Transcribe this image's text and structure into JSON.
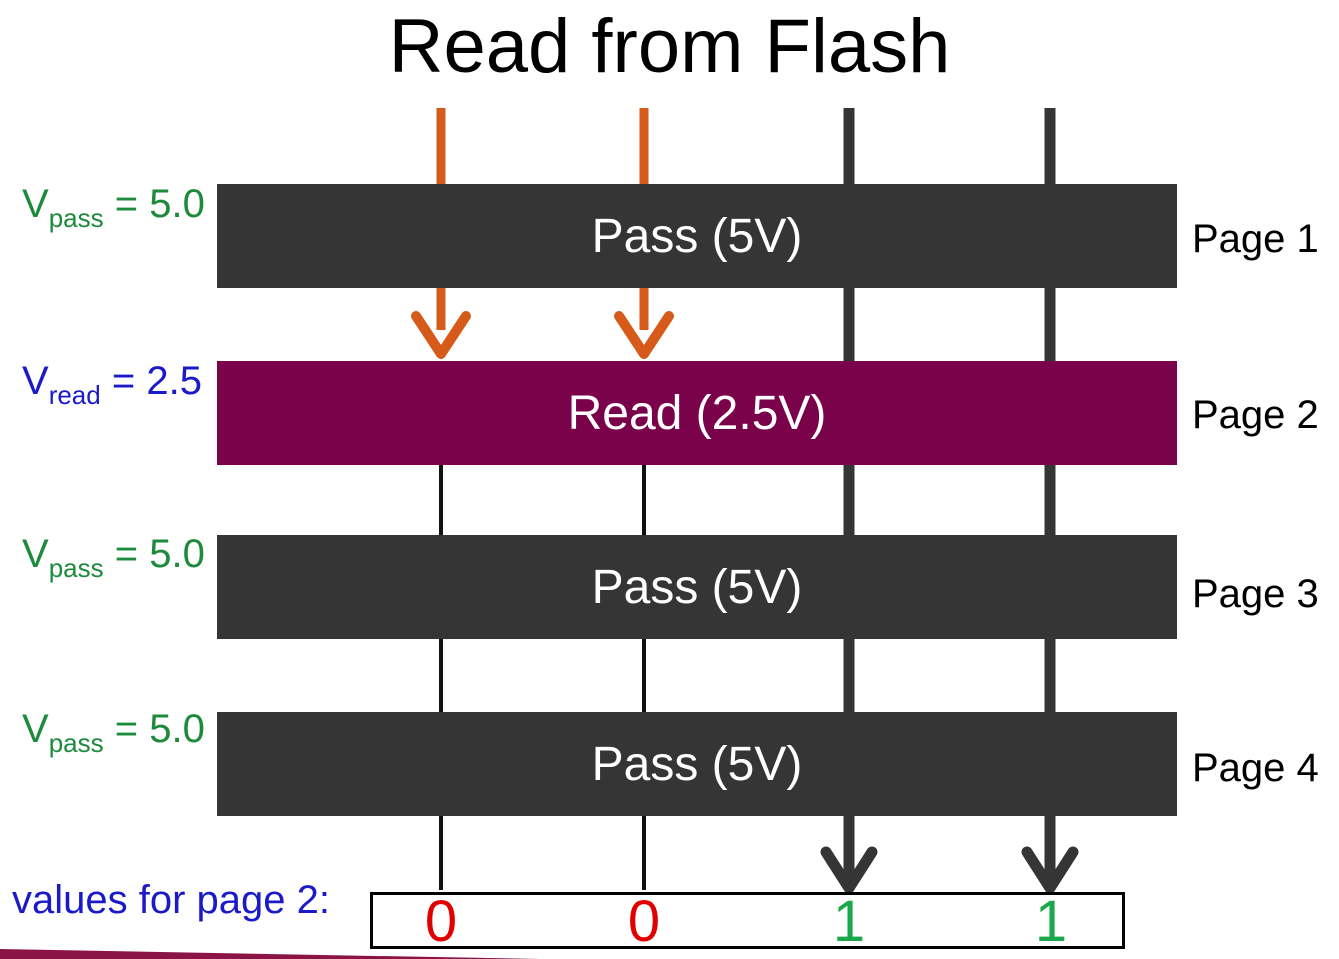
{
  "title": "Read from Flash",
  "wordlines": [
    {
      "label": "Pass (5V)",
      "mode": "pass",
      "voltage_symbol": "V",
      "voltage_sub": "pass",
      "voltage_value": "= 5.0",
      "page": "Page 1"
    },
    {
      "label": "Read (2.5V)",
      "mode": "read",
      "voltage_symbol": "V",
      "voltage_sub": "read",
      "voltage_value": "= 2.5",
      "page": "Page 2"
    },
    {
      "label": "Pass (5V)",
      "mode": "pass",
      "voltage_symbol": "V",
      "voltage_sub": "pass",
      "voltage_value": "= 5.0",
      "page": "Page 3"
    },
    {
      "label": "Pass (5V)",
      "mode": "pass",
      "voltage_symbol": "V",
      "voltage_sub": "pass",
      "voltage_value": "= 5.0",
      "page": "Page 4"
    }
  ],
  "values_caption": "values for page 2:",
  "values": [
    "0",
    "0",
    "1",
    "1"
  ],
  "colors": {
    "pass_bar": "#353535",
    "read_bar": "#7a024b",
    "pass_label": "#1e8a3c",
    "read_label": "#1a1ac8",
    "blocked_arrow": "#d65a1a",
    "value_zero": "#e00000",
    "value_one": "#1aa84a",
    "caption": "#1a1ac8"
  }
}
